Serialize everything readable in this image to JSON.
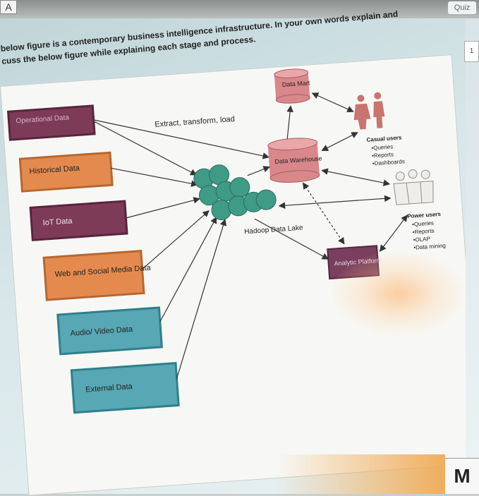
{
  "window": {
    "tab_letter": "A",
    "quiz_tab": "Quiz",
    "side_badge": "1",
    "corner_letter": "M"
  },
  "question": {
    "line1": "below figure is a contemporary business intelligence infrastructure. In your own words explain and",
    "line2": "cuss the below figure while explaining each stage and process."
  },
  "diagram": {
    "sources": [
      {
        "label": "Operational Data",
        "color": "#7d3b58"
      },
      {
        "label": "Historical Data",
        "color": "#e58a4e"
      },
      {
        "label": "IoT Data",
        "color": "#7d3b58"
      },
      {
        "label": "Web and Social Media Data",
        "color": "#e58a4e"
      },
      {
        "label": "Audio/ Video Data",
        "color": "#58a7b4"
      },
      {
        "label": "External Data",
        "color": "#58a7b4"
      }
    ],
    "etl_label": "Extract, transform, load",
    "data_mart": "Data Mart",
    "data_warehouse": "Data Warehouse",
    "data_lake": "Hadoop Data Lake",
    "analytic_platform": "Analytic Platform",
    "casual_users": {
      "title": "Casual users",
      "items": [
        "Queries",
        "Reports",
        "Dashboards"
      ]
    },
    "power_users": {
      "title": "Power users",
      "items": [
        "Queries",
        "Reports",
        "OLAP",
        "Data mining"
      ]
    },
    "colors": {
      "cylinder": "#d9878a",
      "lake": "#3f9a86",
      "platform": "#7a3f5e",
      "casual_icon": "#c9746f",
      "power_icon": "#f0ede8"
    }
  }
}
